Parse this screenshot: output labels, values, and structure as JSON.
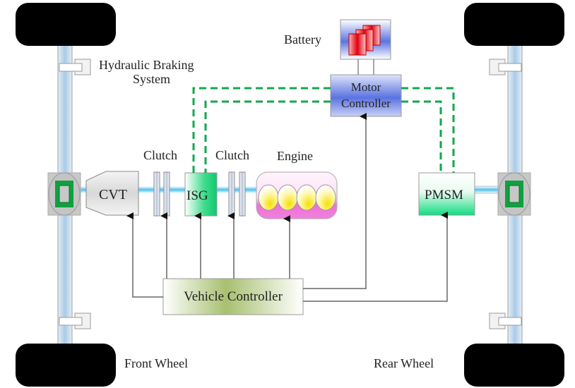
{
  "labels": {
    "hydraulic_braking_line1": "Hydraulic Braking",
    "hydraulic_braking_line2": "System",
    "battery": "Battery",
    "motor_controller_line1": "Motor",
    "motor_controller_line2": "Controller",
    "clutch_left": "Clutch",
    "clutch_right": "Clutch",
    "engine": "Engine",
    "cvt": "CVT",
    "isg": "ISG",
    "pmsm": "PMSM",
    "vehicle_controller": "Vehicle Controller",
    "front_wheel": "Front Wheel",
    "rear_wheel": "Rear Wheel"
  },
  "colors": {
    "wheel": "#000000",
    "axle": "#bcd8ee",
    "shaft": "#5cc6ee",
    "signal_line": "#10a84c",
    "control_line": "#555555",
    "cvt_text": "#2a8fa8",
    "motor_controller": "#5a73e0",
    "isg_green": "#10d080",
    "engine_pink": "#f070d8",
    "vehicle_controller": "#a8c070"
  }
}
